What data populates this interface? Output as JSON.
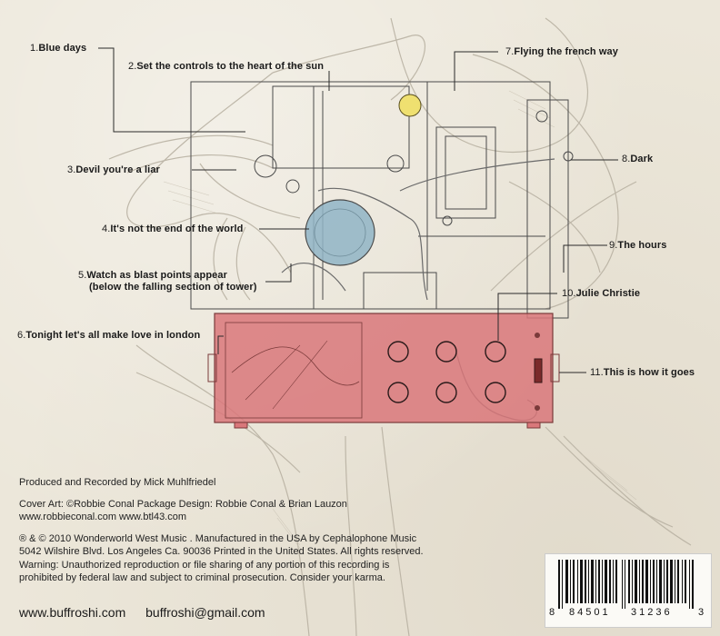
{
  "tracks": [
    {
      "num": "1.",
      "title": "Blue days"
    },
    {
      "num": "2.",
      "title": "Set the controls to the heart of the sun"
    },
    {
      "num": "3.",
      "title": "Devil you're a liar"
    },
    {
      "num": "4.",
      "title": "It's not the end of the world"
    },
    {
      "num": "5.",
      "title": "Watch as blast points appear",
      "title_line2": "(below the falling section of tower)"
    },
    {
      "num": "6.",
      "title": "Tonight let's all make love in london"
    },
    {
      "num": "7.",
      "title": "Flying the french way"
    },
    {
      "num": "8.",
      "title": "Dark"
    },
    {
      "num": "9.",
      "title": "The hours"
    },
    {
      "num": "10.",
      "title": "Julie Christie"
    },
    {
      "num": "11.",
      "title": "This is how it goes"
    }
  ],
  "credits": {
    "produced": "Produced and Recorded by Mick Muhlfriedel",
    "art": "Cover Art: ©Robbie Conal   Package Design: Robbie Conal & Brian Lauzon",
    "art_sites": "www.robbieconal.com    www.btl43.com",
    "copyright": "® & © 2010 Wonderworld West Music . Manufactured in the USA by Cephalophone Music",
    "address": "5042 Wilshire Blvd. Los Angeles Ca. 90036 Printed in the United States.  All rights reserved.",
    "warning1": "Warning: Unauthorized reproduction or file sharing of any portion of this recording is",
    "warning2": "prohibited by federal law and subject to criminal prosecution.  Consider your karma."
  },
  "footer": {
    "website": "www.buffroshi.com",
    "email": "buffroshi@gmail.com"
  },
  "barcode": {
    "first_digit": "8",
    "left_group": "84501",
    "right_group": "31236",
    "check_digit": "3"
  },
  "colors": {
    "paper": "#ece7da",
    "amp_red": "#d9777a",
    "bulb_blue": "#8fb4c6",
    "lamp_yellow": "#efe070",
    "ink": "#1a1a1a"
  }
}
